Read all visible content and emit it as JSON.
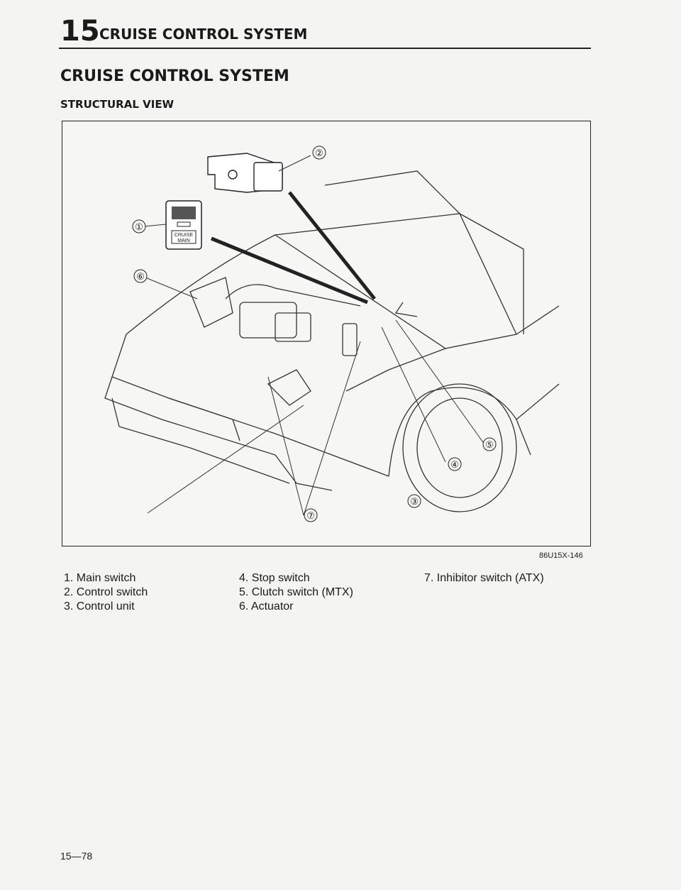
{
  "header": {
    "chapter_number": "15",
    "chapter_title": "CRUISE CONTROL SYSTEM"
  },
  "section_title": "CRUISE CONTROL SYSTEM",
  "subsection_title": "STRUCTURAL VIEW",
  "figure": {
    "code": "86U15X-146",
    "callouts": [
      "①",
      "②",
      "③",
      "④",
      "⑤",
      "⑥",
      "⑦"
    ],
    "main_switch_label": "CRUISE\nMAIN"
  },
  "legend": [
    "1. Main switch",
    "2. Control switch",
    "3. Control unit",
    "4. Stop switch",
    "5. Clutch switch (MTX)",
    "6. Actuator",
    "7. Inhibitor switch (ATX)"
  ],
  "page_number": "15—78"
}
